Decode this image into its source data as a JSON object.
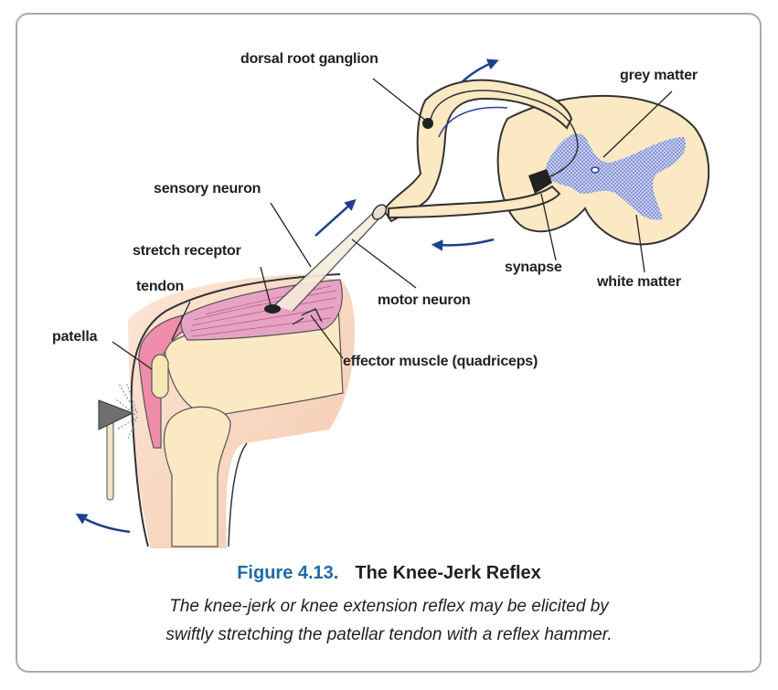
{
  "labels": {
    "dorsal_root_ganglion": "dorsal root ganglion",
    "grey_matter": "grey matter",
    "sensory_neuron": "sensory neuron",
    "stretch_receptor": "stretch receptor",
    "tendon": "tendon",
    "patella": "patella",
    "synapse": "synapse",
    "white_matter": "white matter",
    "motor_neuron": "motor neuron",
    "effector_muscle": "effector muscle (quadriceps)"
  },
  "figure": {
    "number": "Figure 4.13.",
    "title": "The Knee-Jerk Reflex",
    "caption_line1": "The knee-jerk or knee extension reflex may be elicited by",
    "caption_line2": "swiftly stretching the patellar tendon with a reflex hammer."
  },
  "colors": {
    "border": "#a9a9a9",
    "accent": "#1f6aa5",
    "bone": "#fbe9c4",
    "skin": "#f9dcc8",
    "tendon": "#f08cab",
    "muscle": "#e7a3c3",
    "grey_matter": "#8c9bd6",
    "arrow": "#1f3f8f"
  }
}
